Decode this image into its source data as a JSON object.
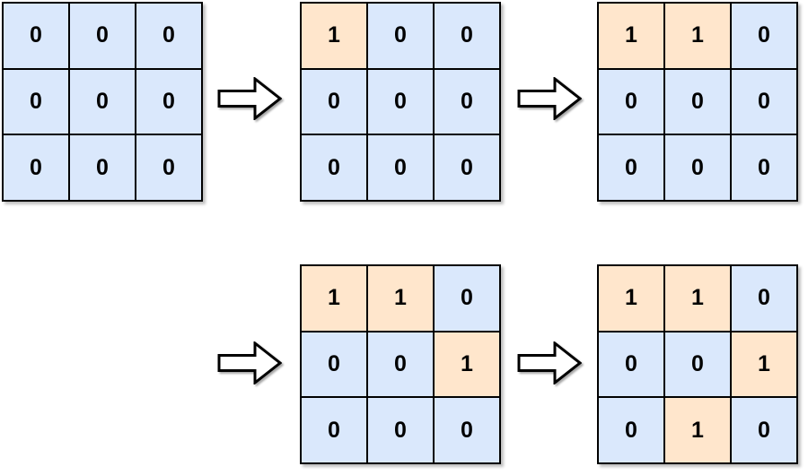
{
  "diagram": {
    "description": "Sequence of 3x3 binary matrices transforming step by step",
    "colors": {
      "cell_zero_fill": "#dae8fc",
      "cell_one_fill": "#ffe6cc",
      "grid_line": "#000000",
      "text": "#000000",
      "arrow_fill": "#ffffff",
      "arrow_stroke": "#000000",
      "background": "#ffffff"
    },
    "grids": [
      {
        "id": "grid-1",
        "label": "initial all-zero matrix",
        "cells": [
          [
            "0",
            "0",
            "0"
          ],
          [
            "0",
            "0",
            "0"
          ],
          [
            "0",
            "0",
            "0"
          ]
        ]
      },
      {
        "id": "grid-2",
        "label": "step 1: one set at row 1 col 1",
        "cells": [
          [
            "1",
            "0",
            "0"
          ],
          [
            "0",
            "0",
            "0"
          ],
          [
            "0",
            "0",
            "0"
          ]
        ]
      },
      {
        "id": "grid-3",
        "label": "step 2: ones at row 1 cols 1-2",
        "cells": [
          [
            "1",
            "1",
            "0"
          ],
          [
            "0",
            "0",
            "0"
          ],
          [
            "0",
            "0",
            "0"
          ]
        ]
      },
      {
        "id": "grid-4",
        "label": "step 3: one added at row 2 col 3",
        "cells": [
          [
            "1",
            "1",
            "0"
          ],
          [
            "0",
            "0",
            "1"
          ],
          [
            "0",
            "0",
            "0"
          ]
        ]
      },
      {
        "id": "grid-5",
        "label": "step 4: one added at row 3 col 2",
        "cells": [
          [
            "1",
            "1",
            "0"
          ],
          [
            "0",
            "0",
            "1"
          ],
          [
            "0",
            "1",
            "0"
          ]
        ]
      }
    ],
    "arrows": [
      {
        "id": "arrow-1",
        "from": "grid-1",
        "to": "grid-2",
        "direction": "right"
      },
      {
        "id": "arrow-2",
        "from": "grid-2",
        "to": "grid-3",
        "direction": "right"
      },
      {
        "id": "arrow-3",
        "from": "grid-3",
        "to": "grid-4",
        "direction": "right"
      },
      {
        "id": "arrow-4",
        "from": "grid-4",
        "to": "grid-5",
        "direction": "right"
      }
    ]
  }
}
